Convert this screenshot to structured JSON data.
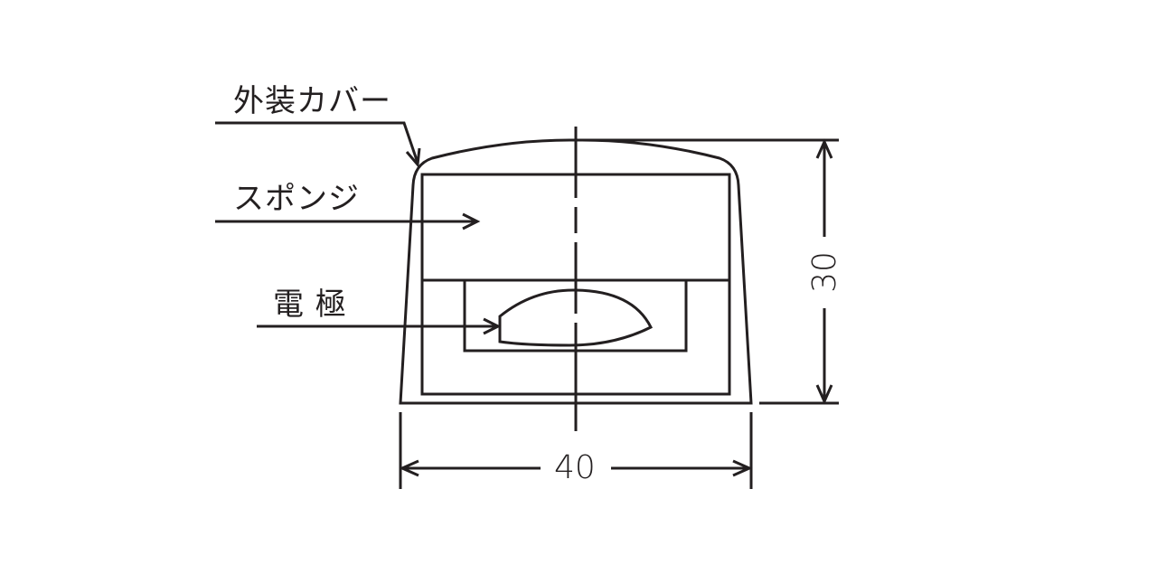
{
  "figure": {
    "type": "cross-section drawing",
    "stroke_color": "#231f20",
    "background": "#ffffff"
  },
  "labels": {
    "outer_cover": "外装カバー",
    "sponge": "スポンジ",
    "electrode": "電 極"
  },
  "dimensions": {
    "height": {
      "value": "30",
      "orientation": "vertical"
    },
    "width": {
      "value": "40",
      "orientation": "horizontal"
    }
  }
}
